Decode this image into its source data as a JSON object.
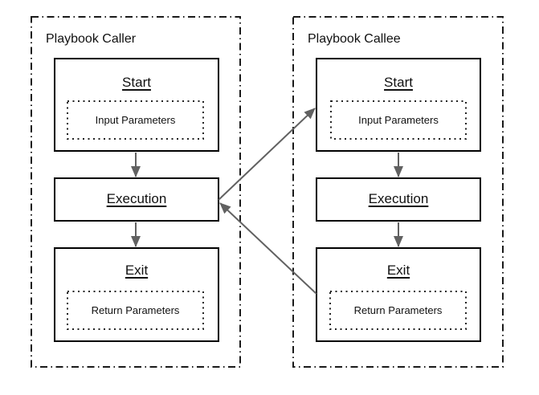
{
  "diagram": {
    "colors": {
      "background": "#ffffff",
      "box_border": "#000000",
      "container_border": "#1a1a1a",
      "arrow": "#616161",
      "text": "#111111"
    },
    "containers": [
      {
        "title": "Playbook Caller",
        "nodes": [
          {
            "heading": "Start",
            "param": "Input Parameters"
          },
          {
            "heading": "Execution"
          },
          {
            "heading": "Exit",
            "param": "Return Parameters"
          }
        ]
      },
      {
        "title": "Playbook Callee",
        "nodes": [
          {
            "heading": "Start",
            "param": "Input Parameters"
          },
          {
            "heading": "Execution"
          },
          {
            "heading": "Exit",
            "param": "Return Parameters"
          }
        ]
      }
    ],
    "connections": [
      {
        "from": "caller-start",
        "to": "caller-execution"
      },
      {
        "from": "caller-execution",
        "to": "caller-exit"
      },
      {
        "from": "callee-start",
        "to": "callee-execution"
      },
      {
        "from": "callee-execution",
        "to": "callee-exit"
      },
      {
        "from": "caller-execution",
        "to": "callee-start"
      },
      {
        "from": "callee-exit",
        "to": "caller-execution"
      }
    ]
  }
}
